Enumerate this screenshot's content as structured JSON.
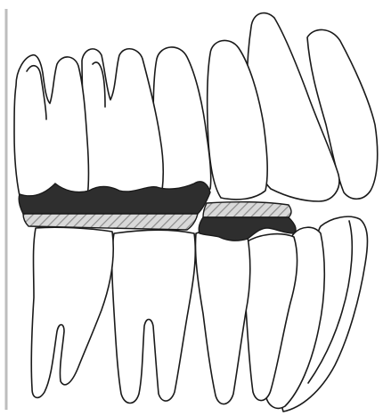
{
  "figure": {
    "title": "",
    "elements": [
      "upper-molar-rear",
      "upper-molar-front",
      "upper-premolar-rear",
      "upper-premolar-front",
      "upper-canine",
      "upper-incisor",
      "lower-molar-rear",
      "lower-molar-front",
      "lower-premolar-rear",
      "lower-premolar-front",
      "lower-canine",
      "lower-incisor",
      "upper-fixed-prosthesis-metal",
      "upper-fixed-prosthesis-ceramic",
      "lower-crown-metal",
      "lower-crown-ceramic"
    ]
  },
  "colors": {
    "outline": "#1a1a1a",
    "metal": "#2e2e2e",
    "ceramic_hatch": "#8c8c8c",
    "background": "#ffffff"
  }
}
